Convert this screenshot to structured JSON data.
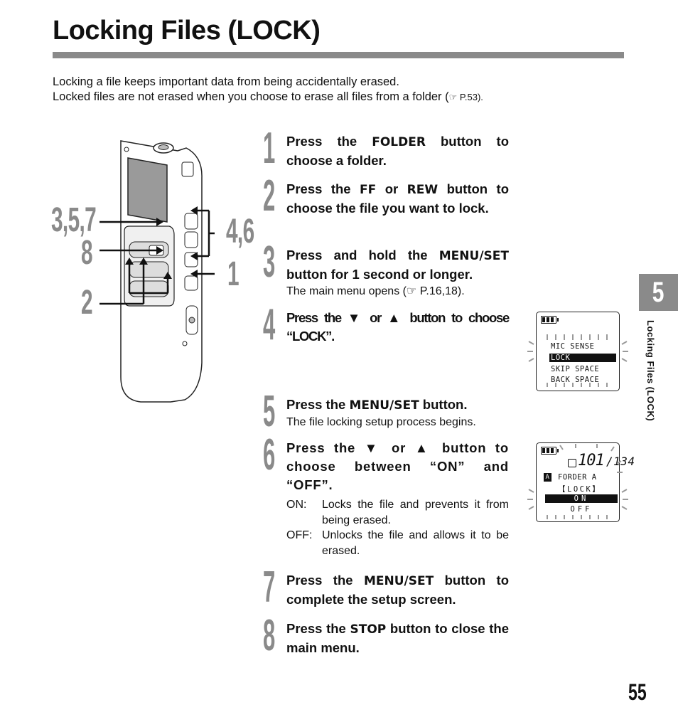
{
  "page": {
    "title": "Locking Files (LOCK)",
    "intro_line1": "Locking a file keeps important data from being accidentally erased.",
    "intro_line2_text": "Locked files are not erased when you choose to erase all files from a folder (",
    "intro_line2_ref": "☞ P.53).",
    "chapter_number": "5",
    "side_label": "Locking Files (LOCK)",
    "page_number": "55"
  },
  "illustration": {
    "callouts": {
      "left_top": "3,5,7",
      "left_mid": "8",
      "left_bottom": "2",
      "right_top": "4,6",
      "right_bottom": "1"
    }
  },
  "steps": [
    {
      "number": "1",
      "pre": "Press the ",
      "button": "FOLDER",
      "post": " button to choose a folder."
    },
    {
      "number": "2",
      "pre": "Press the ",
      "button": "FF",
      "mid": " or ",
      "button2": "REW",
      "post": " button to choose the file you want to lock."
    },
    {
      "number": "3",
      "pre": "Press and hold the ",
      "button": "MENU/SET",
      "post": " button for 1 second or longer.",
      "note": "The main menu opens (☞ P.16,18)."
    },
    {
      "number": "4",
      "text": "Press the ▼ or ▲ button to choose “LOCK”."
    },
    {
      "number": "5",
      "pre": "Press the ",
      "button": "MENU/SET",
      "post": " button.",
      "note": "The file locking setup process begins."
    },
    {
      "number": "6",
      "text": "Press the ▼ or ▲ button to choose between “ON” and “OFF”.",
      "definitions": [
        {
          "term": "ON:",
          "desc": "Locks the file and prevents it from being erased."
        },
        {
          "term": "OFF:",
          "desc": "Unlocks the file and allows it to be erased."
        }
      ]
    },
    {
      "number": "7",
      "pre": "Press the ",
      "button": "MENU/SET",
      "post": "  button to complete the setup screen."
    },
    {
      "number": "8",
      "pre": "Press the ",
      "button": "STOP",
      "post": " button to close the main menu."
    }
  ],
  "lcd1": {
    "items": [
      "MIC SENSE",
      "LOCK",
      "SKIP SPACE",
      "BACK SPACE"
    ],
    "selected": "LOCK"
  },
  "lcd2": {
    "file_number": "101",
    "total_files": "134",
    "folder_label": "FORDER A",
    "folder_icon": "A",
    "menu_title": "【LOCK】",
    "options": [
      "ON",
      "OFF"
    ],
    "selected": "ON"
  },
  "colors": {
    "accent_gray": "#8a8a8a",
    "text": "#111111",
    "background": "#ffffff"
  }
}
